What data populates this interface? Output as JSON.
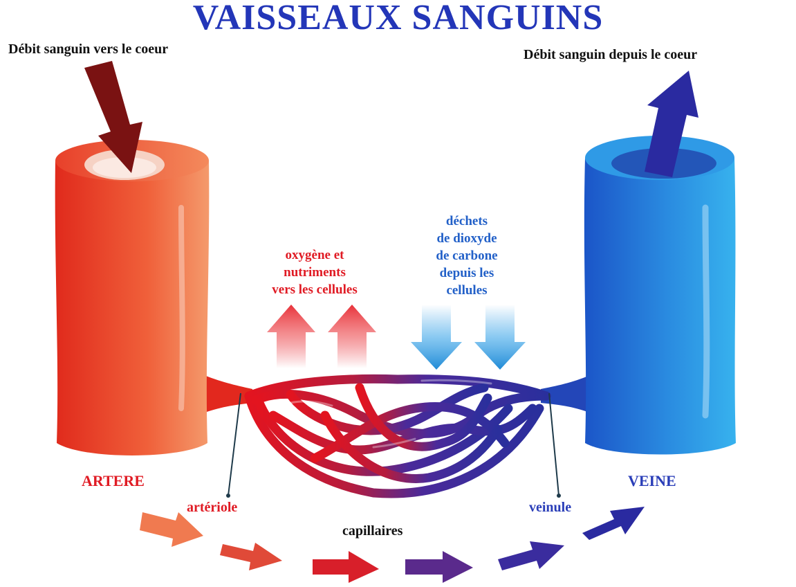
{
  "title": "VAISSEAUX SANGUINS",
  "flow_in_label": "Débit sanguin vers le coeur",
  "flow_out_label": "Débit sanguin depuis le coeur",
  "oxygen_label": [
    "oxygène et",
    "nutriments",
    "vers les cellules"
  ],
  "waste_label": [
    "déchets",
    "de dioxyde",
    "de carbone",
    "depuis les",
    "cellules"
  ],
  "artery_label": "ARTERE",
  "vein_label": "VEINE",
  "arteriole_label": "artériole",
  "venule_label": "veinule",
  "capillaries_label": "capillaires",
  "colors": {
    "artery": "#e8432a",
    "vein": "#1e6fd2",
    "title": "#2336b8",
    "oxygen_text": "#e01b24",
    "waste_text": "#2260c8",
    "inflow_arrow": "#7a1212",
    "outflow_arrow": "#2a2aa0"
  }
}
